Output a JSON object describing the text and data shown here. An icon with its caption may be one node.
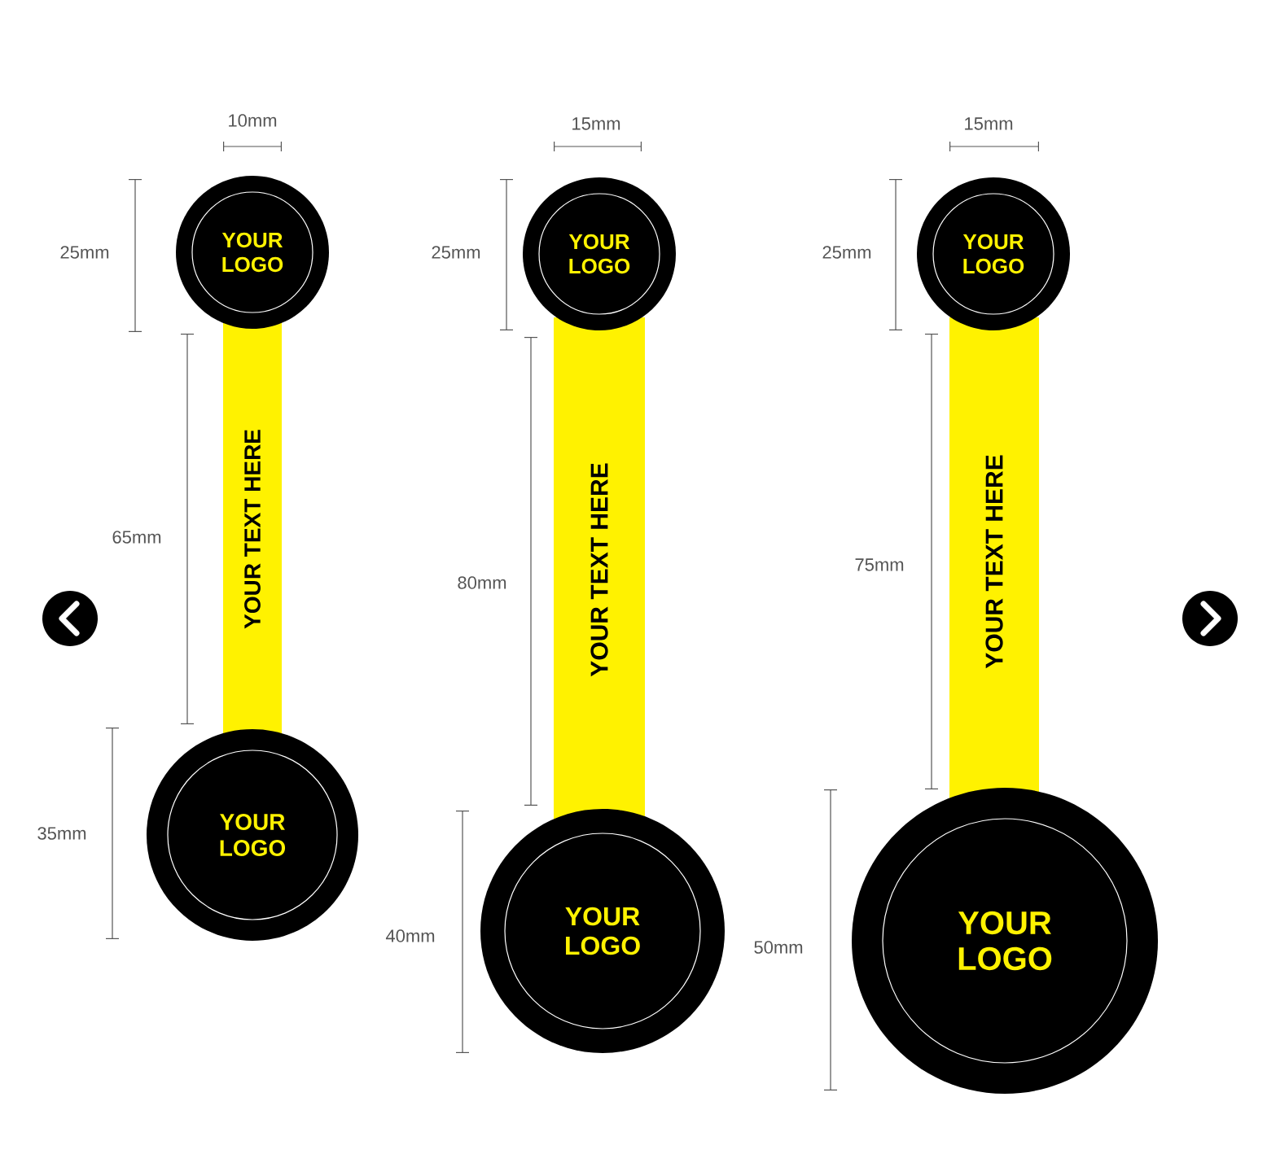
{
  "diagram": {
    "nodes": [
      {
        "text": [
          "YOUR LOGO"
        ]
      },
      {
        "text": [
          "YOUR TEXT HERE"
        ]
      },
      {
        "text": [
          "YOUR LOGO"
        ]
      },
      {
        "text": [
          "YOUR LOGO"
        ]
      },
      {
        "text": [
          "YOUR TEXT HERE"
        ]
      },
      {
        "text": [
          "YOUR LOGO"
        ]
      },
      {
        "text": [
          "YOUR LOGO"
        ]
      },
      {
        "text": [
          "YOUR TEXT HERE"
        ]
      },
      {
        "text": [
          "YOUR LOGO"
        ]
      }
    ],
    "labels": [
      "10mm",
      "25mm",
      "65mm",
      "35mm",
      "15mm",
      "25mm",
      "80mm",
      "40mm",
      "15mm",
      "25mm",
      "75mm",
      "50mm"
    ]
  }
}
